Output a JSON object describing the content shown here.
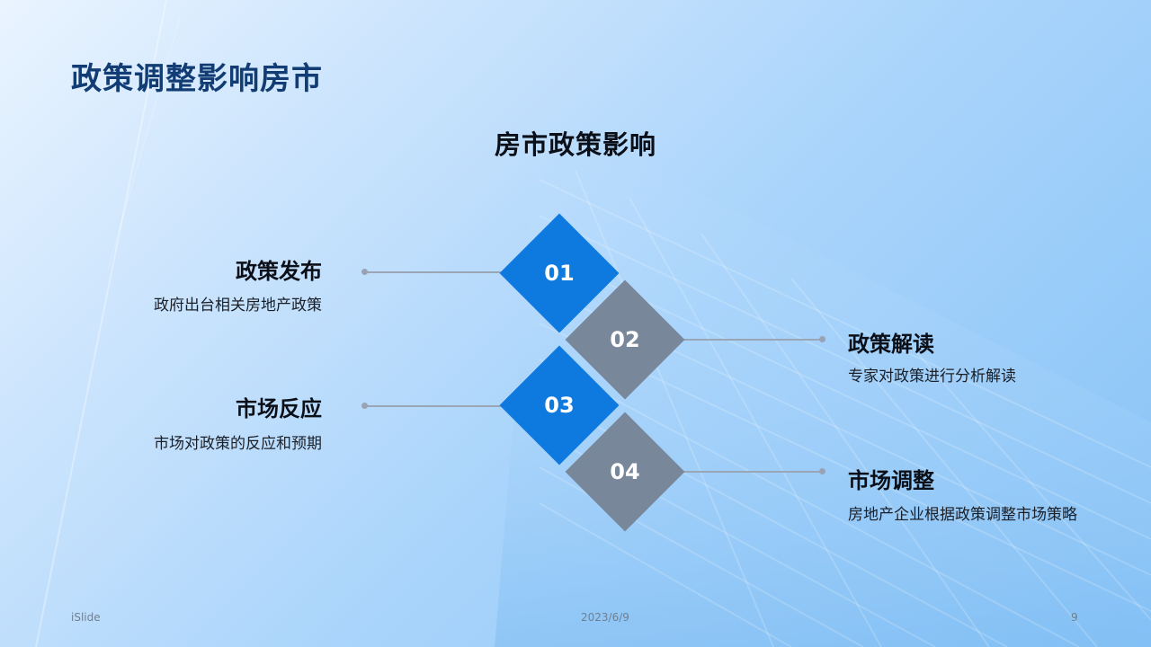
{
  "page": {
    "title": "政策调整影响房市",
    "subtitle": "房市政策影响"
  },
  "items": [
    {
      "number": "01",
      "title": "政策发布",
      "desc": "政府出台相关房地产政策"
    },
    {
      "number": "02",
      "title": "政策解读",
      "desc": "专家对政策进行分析解读"
    },
    {
      "number": "03",
      "title": "市场反应",
      "desc": "市场对政策的反应和预期"
    },
    {
      "number": "04",
      "title": "市场调整",
      "desc": "房地产企业根据政策调整市场策略"
    }
  ],
  "footer": {
    "brand": "iSlide",
    "date": "2023/6/9",
    "page_number": "9"
  },
  "colors": {
    "title": "#123d74",
    "accent_blue": "#0e7ae0",
    "accent_gray": "#79879a",
    "connector": "#9aa6b6"
  }
}
